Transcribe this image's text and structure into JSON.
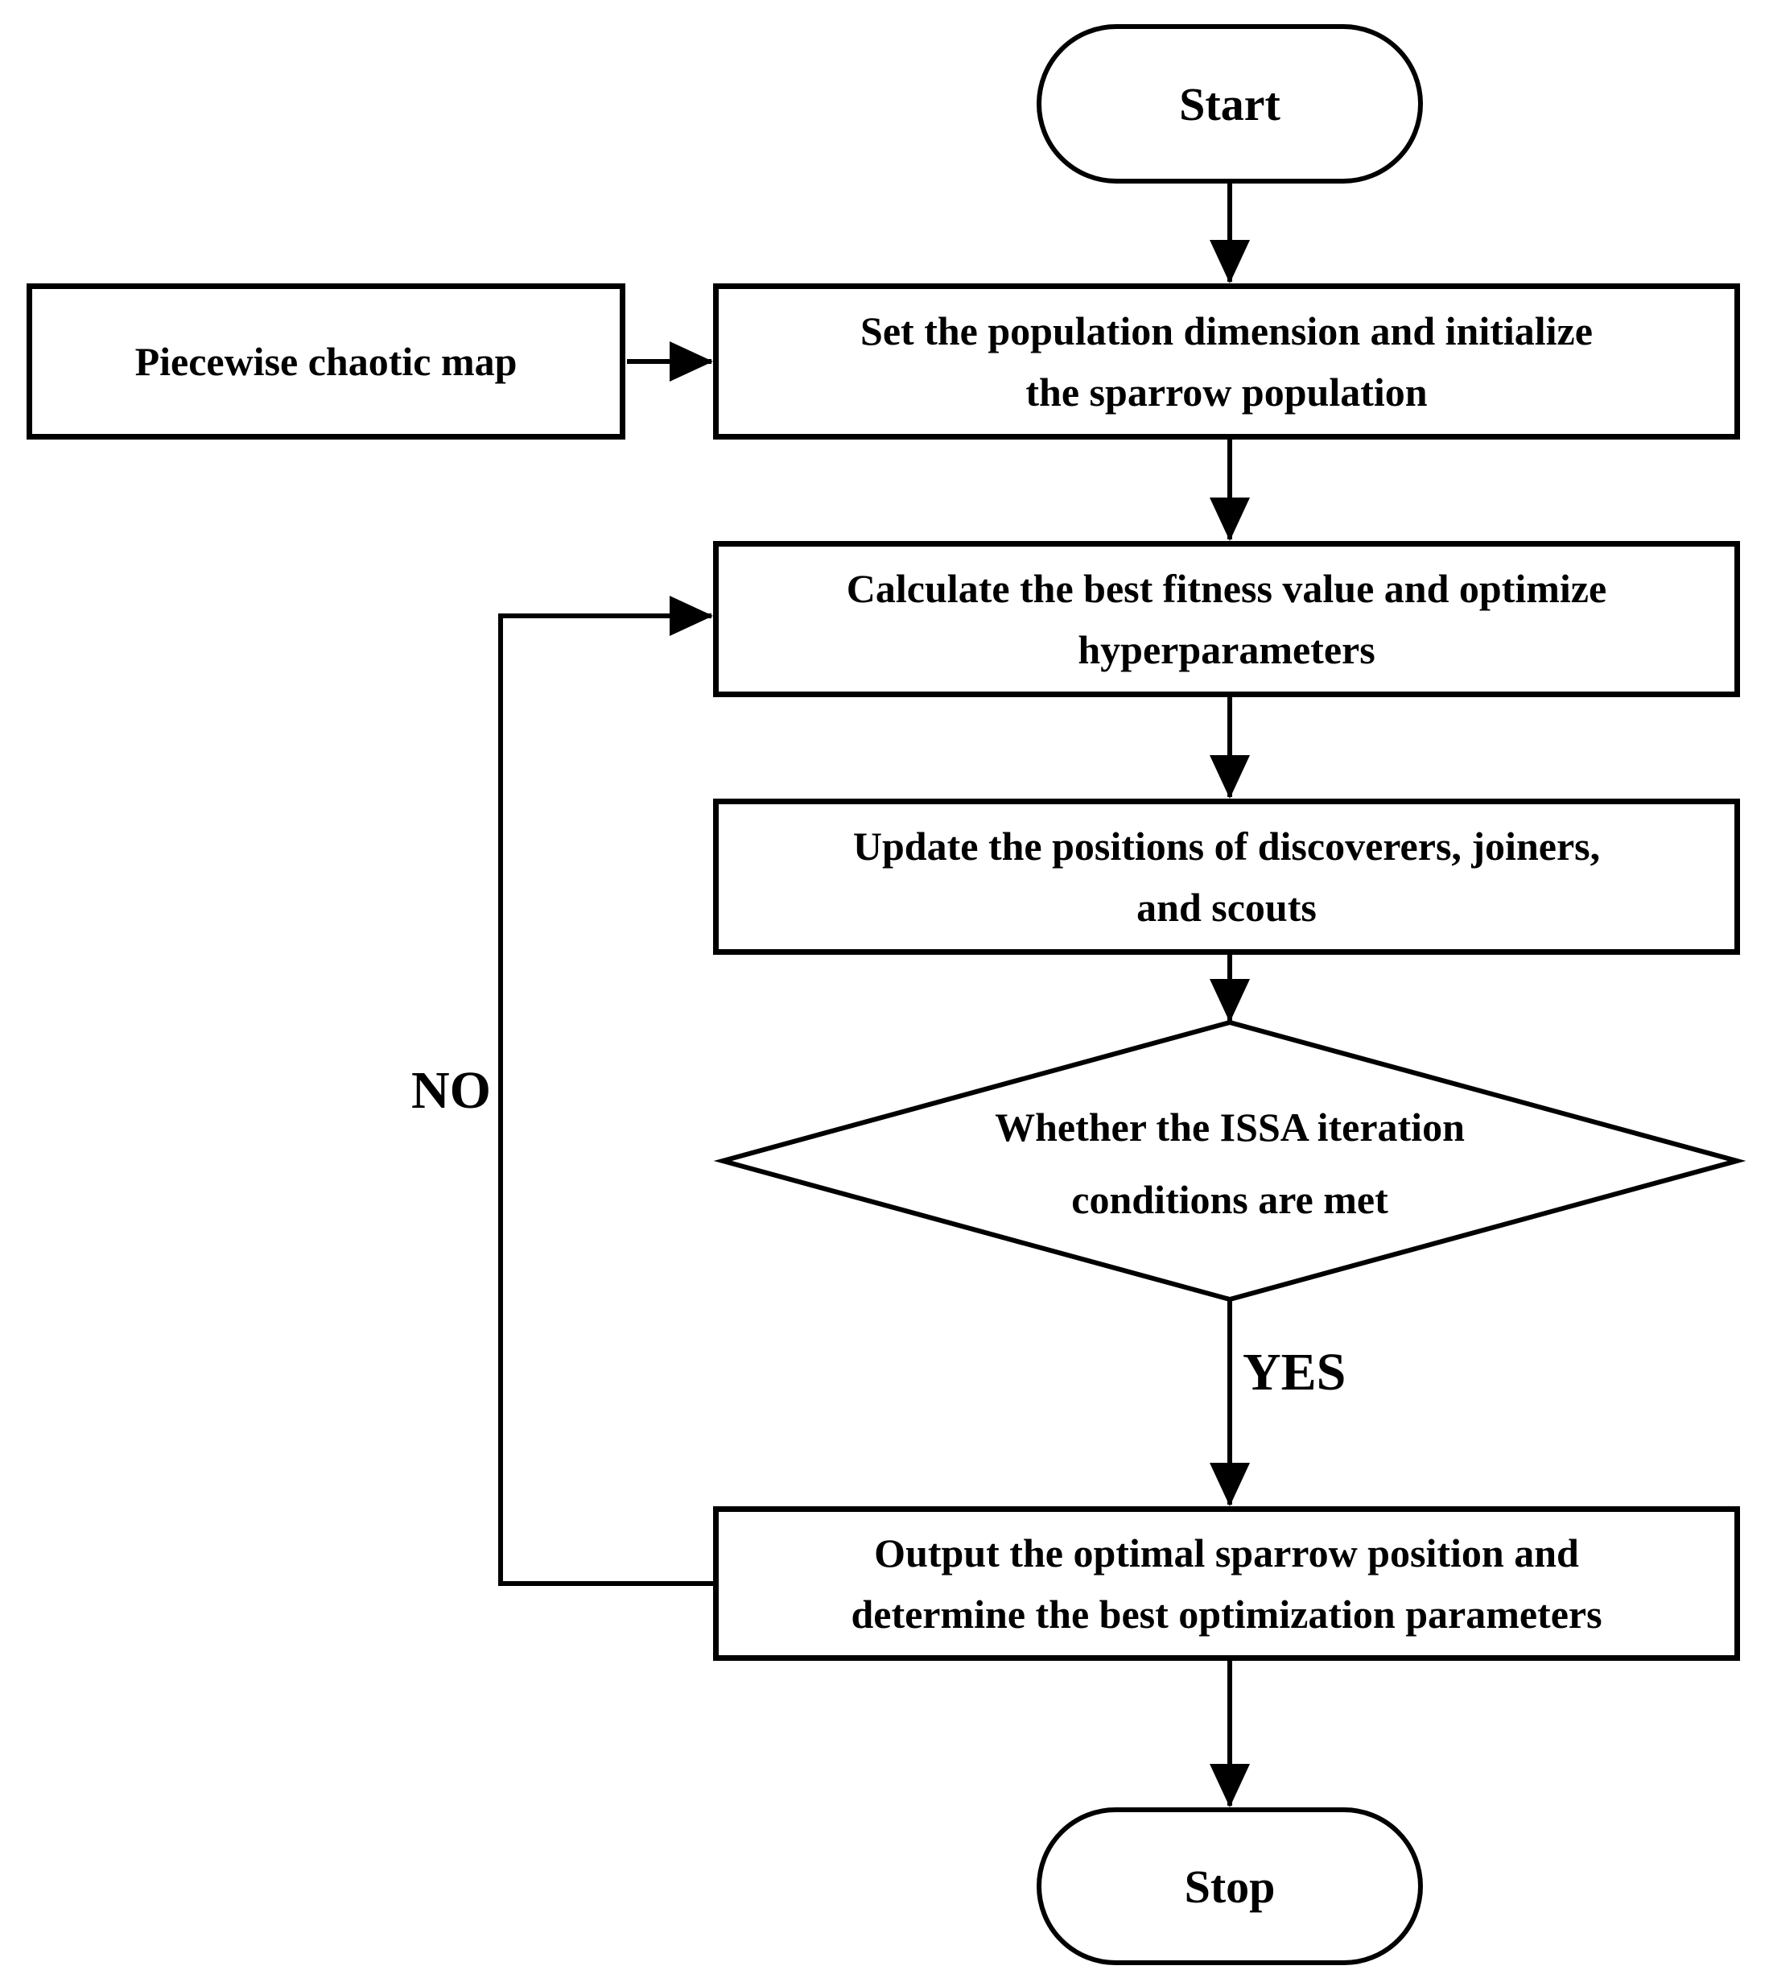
{
  "colors": {
    "stroke": "#000000",
    "text": "#000000",
    "background": "#ffffff"
  },
  "flowchart": {
    "nodes": {
      "start": {
        "type": "terminator",
        "label": "Start"
      },
      "piecewise": {
        "type": "process",
        "label": "Piecewise chaotic map"
      },
      "init": {
        "type": "process",
        "l1": "Set the population dimension and initialize",
        "l2": "the sparrow population"
      },
      "fitness": {
        "type": "process",
        "l1": "Calculate the best fitness value and optimize",
        "l2": "hyperparameters"
      },
      "update": {
        "type": "process",
        "l1": "Update the positions of discoverers, joiners,",
        "l2": "and scouts"
      },
      "decision": {
        "type": "decision",
        "l1": "Whether the ISSA iteration",
        "l2": "conditions are met"
      },
      "output": {
        "type": "process",
        "l1": "Output the optimal sparrow position and",
        "l2": "determine the best optimization parameters"
      },
      "stop": {
        "type": "terminator",
        "label": "Stop"
      }
    },
    "edge_labels": {
      "yes": "YES",
      "no": "NO"
    }
  }
}
